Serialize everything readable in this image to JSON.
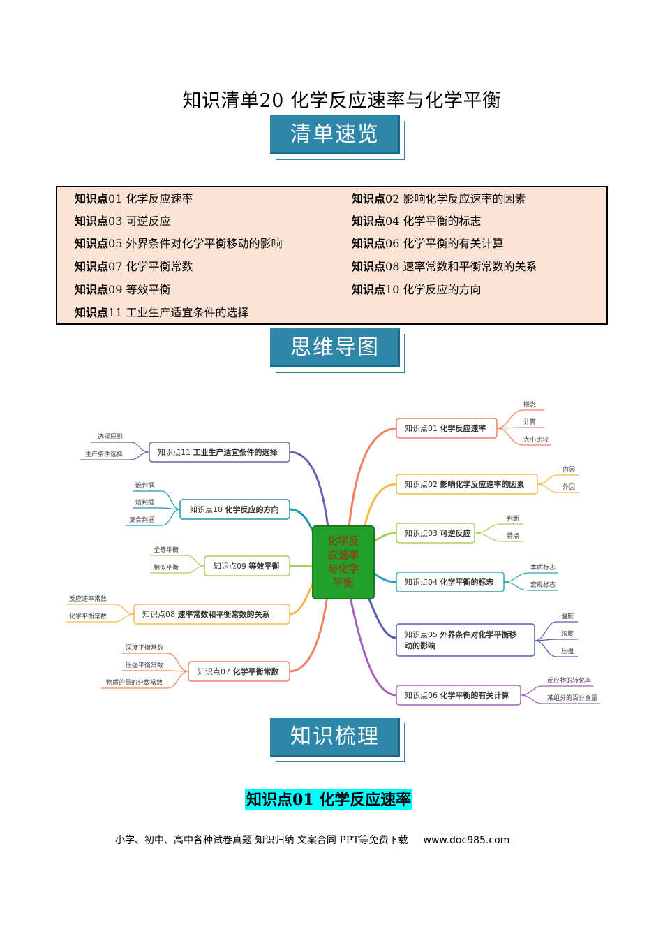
{
  "page_title": "知识清单20  化学反应速率与化学平衡",
  "banners": {
    "overview": "清单速览",
    "mindmap": "思维导图",
    "knowledge": "知识梳理"
  },
  "toc": [
    {
      "prefix": "知识点",
      "num": "01",
      "text": "化学反应速率"
    },
    {
      "prefix": "知识点",
      "num": "02",
      "text": "影响化学反应速率的因素"
    },
    {
      "prefix": "知识点",
      "num": "03",
      "text": "可逆反应"
    },
    {
      "prefix": "知识点",
      "num": "04",
      "text": "化学平衡的标志"
    },
    {
      "prefix": "知识点",
      "num": "05",
      "text": "外界条件对化学平衡移动的影响"
    },
    {
      "prefix": "知识点",
      "num": "06",
      "text": "化学平衡的有关计算"
    },
    {
      "prefix": "知识点",
      "num": "07",
      "text": "化学平衡常数"
    },
    {
      "prefix": "知识点",
      "num": "08",
      "text": "速率常数和平衡常数的关系"
    },
    {
      "prefix": "知识点",
      "num": "09",
      "text": "等效平衡"
    },
    {
      "prefix": "知识点",
      "num": "10",
      "text": "化学反应的方向"
    },
    {
      "prefix": "知识点",
      "num": "11",
      "text": "工业生产适宜条件的选择"
    }
  ],
  "mindmap": {
    "center": [
      "化学反",
      "应速率",
      "与化学",
      "平衡"
    ],
    "nodes": {
      "n01": {
        "num": "知识点01",
        "text": "化学反应速率",
        "leaves": [
          "概念",
          "计算",
          "大小比较"
        ]
      },
      "n02": {
        "num": "知识点02",
        "text": "影响化学反应速率的因素",
        "leaves": [
          "内因",
          "外因"
        ]
      },
      "n03": {
        "num": "知识点03",
        "text": "可逆反应",
        "leaves": [
          "判断",
          "特点"
        ]
      },
      "n04": {
        "num": "知识点04",
        "text": "化学平衡的标志",
        "leaves": [
          "本质标志",
          "宏观标志"
        ]
      },
      "n05": {
        "num": "知识点05",
        "text": "外界条件对化学平衡移",
        "text2": "动的影响",
        "leaves": [
          "温度",
          "浓度",
          "压强"
        ]
      },
      "n06": {
        "num": "知识点06",
        "text": "化学平衡的有关计算",
        "leaves": [
          "反应物的转化率",
          "某组分的百分含量"
        ]
      },
      "n07": {
        "num": "知识点07",
        "text": "化学平衡常数",
        "leaves": [
          "深度平衡常数",
          "压强平衡常数",
          "物质的量的分数常数"
        ]
      },
      "n08": {
        "num": "知识点08",
        "text": "速率常数和平衡常数的关系",
        "leaves": [
          "反应速率常数",
          "化学平衡常数"
        ]
      },
      "n09": {
        "num": "知识点09",
        "text": "等效平衡",
        "leaves": [
          "全等平衡",
          "相似平衡"
        ]
      },
      "n10": {
        "num": "知识点10",
        "text": "化学反应的方向",
        "leaves": [
          "熵判据",
          "焓判据",
          "复合判据"
        ]
      },
      "n11": {
        "num": "知识点11",
        "text": "工业生产适宜条件的选择",
        "leaves": [
          "选择原则",
          "生产条件选择"
        ]
      }
    }
  },
  "section_heading": "知识点01  化学反应速率",
  "footer": {
    "text": "小学、初中、高中各种试卷真题  知识归纳  文案合同  PPT等免费下载",
    "url": "www.doc985.com"
  }
}
